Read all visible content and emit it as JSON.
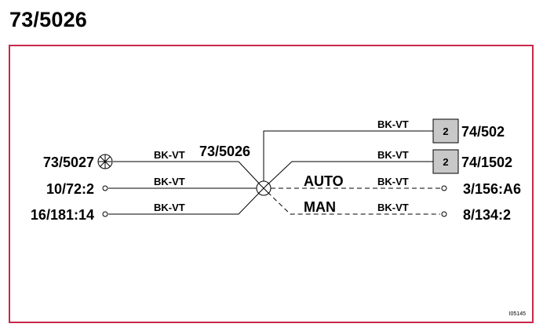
{
  "title": "73/5026",
  "hub_label": "73/5026",
  "connectors": [
    {
      "pin": "2",
      "label": "74/502"
    },
    {
      "pin": "2",
      "label": "74/1502"
    }
  ],
  "left_terminals": [
    {
      "label": "73/5027",
      "wire": "BK-VT",
      "symbol": "lamp-icon"
    },
    {
      "label": "10/72:2",
      "wire": "BK-VT",
      "symbol": "terminal-icon"
    },
    {
      "label": "16/181:14",
      "wire": "BK-VT",
      "symbol": "terminal-icon"
    }
  ],
  "right_wires": {
    "top": "BK-VT",
    "second": "BK-VT"
  },
  "switch_positions": [
    {
      "mode": "AUTO",
      "wire": "BK-VT",
      "label": "3/156:A6"
    },
    {
      "mode": "MAN",
      "wire": "BK-VT",
      "label": "8/134:2"
    }
  ],
  "reference_code": "I05145",
  "colors": {
    "frame": "#c8284a",
    "connector_fill": "#c8c8c8",
    "line": "#000000"
  }
}
